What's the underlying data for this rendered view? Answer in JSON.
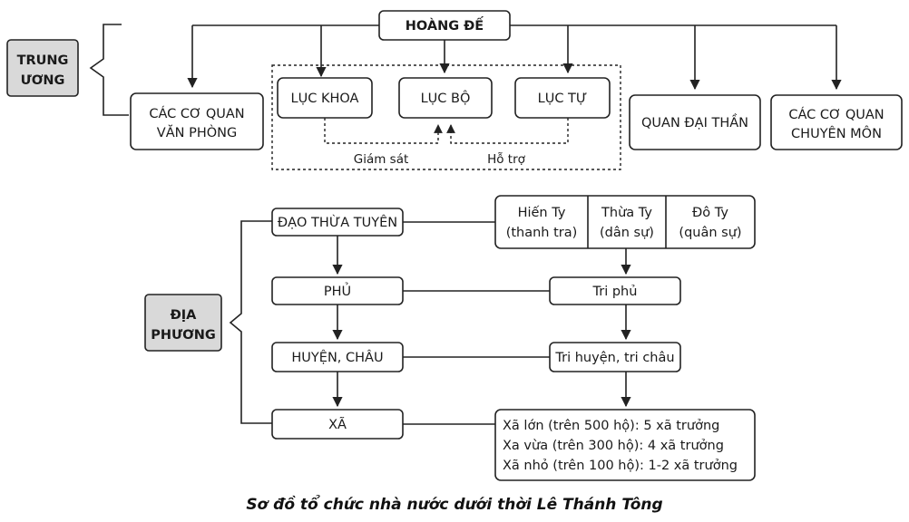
{
  "central": {
    "emperor": "HOÀNG ĐẾ",
    "level_label": [
      "TRUNG",
      "ƯƠNG"
    ],
    "office": [
      "CÁC CƠ QUAN",
      "VĂN PHÒNG"
    ],
    "luc_khoa": "LỤC KHOA",
    "luc_bo": "LỤC BỘ",
    "luc_tu": "LỤC TỰ",
    "supervise": "Giám sát",
    "support": "Hỗ trợ",
    "grand_ministers": "QUAN ĐẠI THẦN",
    "specialized": [
      "CÁC CƠ QUAN",
      "CHUYÊN MÔN"
    ]
  },
  "local": {
    "level_label": [
      "ĐỊA",
      "PHƯƠNG"
    ],
    "dao": "ĐẠO THỪA TUYÊN",
    "phu": "PHỦ",
    "huyen": "HUYỆN, CHÂU",
    "xa": "XÃ",
    "hien_ty": [
      "Hiến Ty",
      "(thanh tra)"
    ],
    "thua_ty": [
      "Thừa Ty",
      "(dân sự)"
    ],
    "do_ty": [
      "Đô Ty",
      "(quân sự)"
    ],
    "tri_phu": "Tri phủ",
    "tri_huyen": "Tri huyện, tri châu",
    "xa_details": [
      "Xã lớn (trên 500 hộ): 5 xã trưởng",
      "Xa vừa (trên 300 hộ): 4 xã trưởng",
      "Xã nhỏ (trên 100 hộ): 1-2 xã trưởng"
    ]
  },
  "caption": "Sơ đồ tổ chức nhà nước dưới thời Lê Thánh Tông"
}
